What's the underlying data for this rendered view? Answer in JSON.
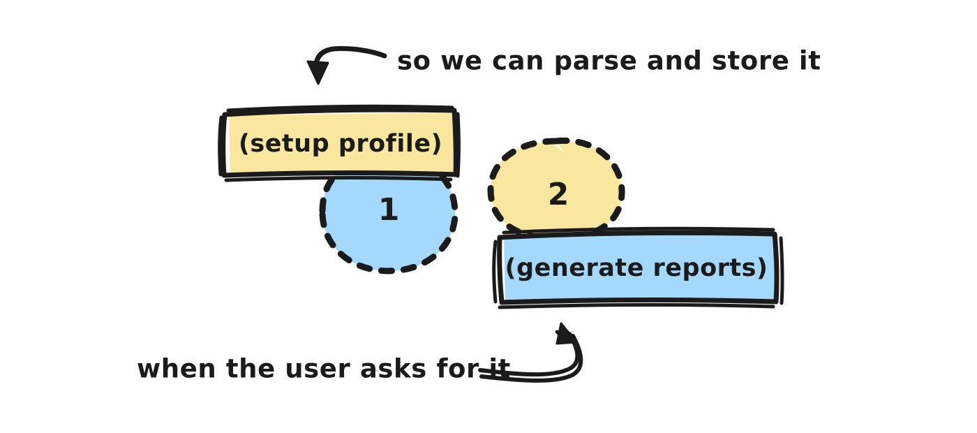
{
  "diagram": {
    "title": "hand-drawn process sketch",
    "background_color": "#ffffff",
    "ink_color": "#1b1b1b",
    "palette": {
      "yellow_fill": "#f9e79f",
      "blue_fill": "#a5d8fd",
      "stroke": "#1b1b1b"
    },
    "steps": [
      {
        "number": "1",
        "badge_shape": "dashed-circle",
        "badge_fill": "#a5d8fd",
        "box_label": "(setup profile)",
        "box_fill": "#f9e79f"
      },
      {
        "number": "2",
        "badge_shape": "dashed-circle",
        "badge_fill": "#f9e79f",
        "box_label": "(generate reports)",
        "box_fill": "#a5d8fd"
      }
    ],
    "annotations": [
      {
        "id": "top-annotation",
        "text": "so we can parse and store it",
        "arrow": "curved-arrow-down-left",
        "points_to": "(setup profile)"
      },
      {
        "id": "bottom-annotation",
        "text": "when the user asks for it",
        "arrow": "curved-arrow-up-right",
        "points_to": "(generate reports)"
      }
    ]
  }
}
